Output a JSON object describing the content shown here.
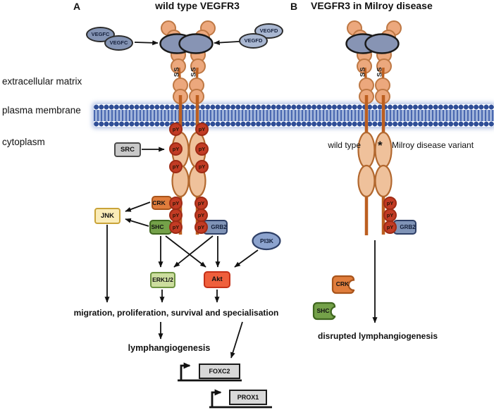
{
  "panel_a": {
    "label": "A",
    "title": "wild type VEGFR3",
    "outcome_functions": "migration, proliferation, survival and specialisation",
    "outcome_lymph": "lymphangiogenesis"
  },
  "panel_b": {
    "label": "B",
    "title": "VEGFR3 in Milroy disease",
    "wild_type_label": "wild type",
    "variant_marker": "*",
    "variant_label": "Milroy disease variant",
    "outcome": "disrupted lymphangiogenesis"
  },
  "compartments": {
    "extracellular": "extracellular matrix",
    "membrane": "plasma membrane",
    "cytoplasm": "cytoplasm"
  },
  "ligands": {
    "vegfc": "VEGFC",
    "vegfd": "VEGFD"
  },
  "receptor": {
    "ss": "SS",
    "py": "pY"
  },
  "proteins": {
    "src": "SRC",
    "crk": "CRK",
    "shc": "SHC",
    "grb2": "GRB2",
    "jnk": "JNK",
    "pi3k": "PI3K",
    "erk": "ERK1/2",
    "akt": "Akt"
  },
  "genes": {
    "foxc2": "FOXC2",
    "prox1": "PROX1"
  },
  "colors": {
    "receptor_domain_fill": "#ECA87D",
    "receptor_domain_stroke": "#BE7844",
    "receptor_stem": "#BC5F20",
    "kinase_fill": "#EFC19B",
    "ligand_binding_fill": "#8794B4",
    "vegfc_fill": "#8494B4",
    "vegfd_fill": "#A9B7D1",
    "py_fill": "#C23B24",
    "membrane_blue": "#2E4D96",
    "src_gray": "#C9C9C9",
    "crk_orange": "#E07D3C",
    "shc_green": "#74A149",
    "grb2_blue": "#8094B7",
    "jnk_yellow": "#FAECB8",
    "pi3k_blue": "#8CA3CE",
    "erk_green": "#CCDD9E",
    "akt_red": "#EF5F3C",
    "gene_gray": "#D8D8D8"
  }
}
